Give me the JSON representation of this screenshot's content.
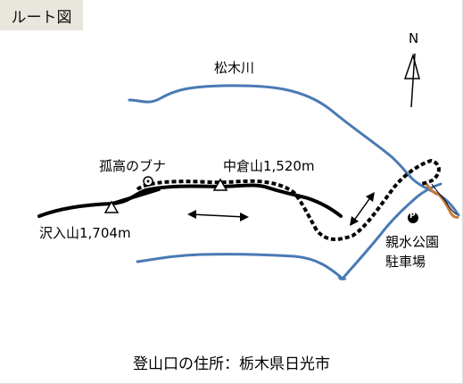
{
  "title": "ルート図",
  "north": "N",
  "labels": {
    "river": "松木川",
    "beech": "孤高のブナ",
    "nakakura": "中倉山1,520m",
    "sawairi": "沢入山1,704m",
    "park": "親水公園",
    "parking_lot": "駐車場",
    "parking_sign": "P"
  },
  "address": "登山口の住所：栃木県日光市",
  "colors": {
    "river": "#4a7ab4",
    "road": "#c8793a",
    "route": "#000000",
    "title_bg": "#e9e6de"
  },
  "icons": [
    "north-arrow-icon",
    "summit-triangle-icon",
    "beech-tree-marker-icon",
    "parking-icon",
    "double-arrow-icon"
  ]
}
